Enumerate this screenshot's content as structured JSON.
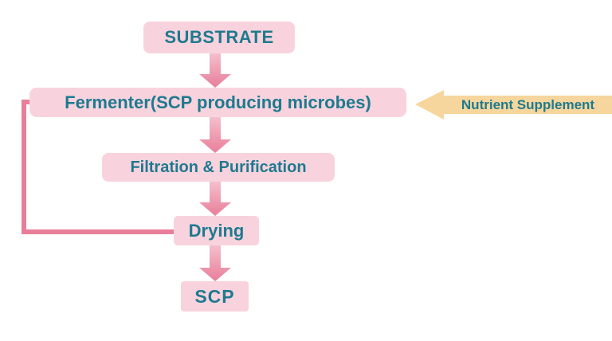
{
  "colors": {
    "background": "#ffffff",
    "node_fill": "#f8d3de",
    "node_text": "#1e7a8e",
    "arrow_top": "#f4bfcd",
    "arrow_bottom": "#e87e9a",
    "recycle_line": "#e87e9a",
    "supplement_fill": "#f6d69d",
    "supplement_text": "#1e7a8e"
  },
  "nodes": {
    "substrate": "SUBSTRATE",
    "fermenter": "Fermenter(SCP producing microbes)",
    "filtration": "Filtration & Purification",
    "drying": "Drying",
    "scp": "SCP"
  },
  "nutrient_supplement": {
    "label": "Nutrient Supplement"
  },
  "edges": [
    {
      "from": "substrate",
      "to": "fermenter",
      "style": "down-arrow"
    },
    {
      "from": "fermenter",
      "to": "filtration",
      "style": "down-arrow"
    },
    {
      "from": "filtration",
      "to": "drying",
      "style": "down-arrow"
    },
    {
      "from": "drying",
      "to": "scp",
      "style": "down-arrow"
    },
    {
      "from": "drying",
      "to": "fermenter",
      "style": "recycle-line"
    },
    {
      "from": "nutrient-supplement",
      "to": "fermenter",
      "style": "left-arrow"
    }
  ]
}
